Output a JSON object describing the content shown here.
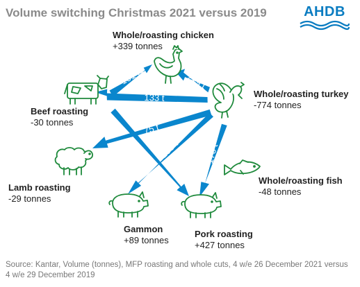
{
  "title": "Volume switching Christmas 2021 versus 2019",
  "logo": {
    "text": "AHDB",
    "brand_color": "#0a7cc1"
  },
  "nodes": {
    "chicken": {
      "name": "Whole/roasting chicken",
      "value": "+339 tonnes",
      "icon": "chicken-icon"
    },
    "turkey": {
      "name": "Whole/roasting turkey",
      "value": "-774 tonnes",
      "icon": "turkey-icon"
    },
    "beef": {
      "name": "Beef roasting",
      "value": "-30 tonnes",
      "icon": "cow-icon"
    },
    "lamb": {
      "name": "Lamb roasting",
      "value": "-29 tonnes",
      "icon": "sheep-icon"
    },
    "fish": {
      "name": "Whole/roasting fish",
      "value": "-48 tonnes",
      "icon": "fish-icon"
    },
    "gammon": {
      "name": "Gammon",
      "value": "+89 tonnes",
      "icon": "pig-icon"
    },
    "pork": {
      "name": "Pork roasting",
      "value": "+427 tonnes",
      "icon": "pig-icon"
    }
  },
  "flows": [
    {
      "from": "Beef roasting",
      "to": "Whole/roasting chicken",
      "label": "101 t"
    },
    {
      "from": "Whole/roasting turkey",
      "to": "Whole/roasting chicken",
      "label": "229 t"
    },
    {
      "from": "Whole/roasting turkey",
      "to": "Beef roasting",
      "label": "133 t"
    },
    {
      "from": "Whole/roasting turkey",
      "to": "Lamb roasting",
      "label": "75 t"
    },
    {
      "from": "Beef roasting",
      "to": "Pork roasting",
      "label": "65 t"
    },
    {
      "from": "Whole/roasting turkey",
      "to": "Gammon",
      "label": "158 t"
    },
    {
      "from": "Whole/roasting turkey",
      "to": "Pork roasting",
      "label": "176 t"
    }
  ],
  "colors": {
    "arrow": "#0a86cd",
    "icon_stroke": "#1f8a3c",
    "title": "#8a8a8a"
  },
  "source": "Source: Kantar, Volume (tonnes), MFP roasting and whole cuts, 4 w/e 26 December 2021 versus 4 w/e 29 December 2019"
}
